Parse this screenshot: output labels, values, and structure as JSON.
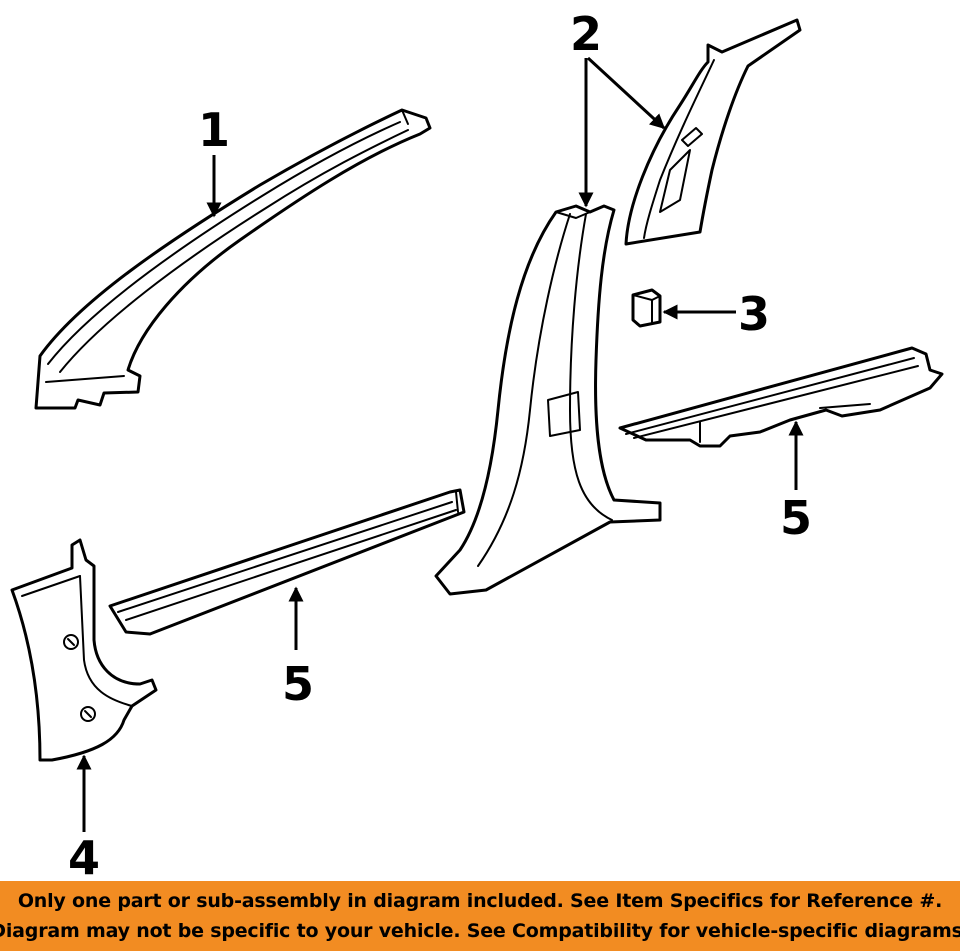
{
  "diagram": {
    "callouts": [
      {
        "id": "1",
        "label": "1"
      },
      {
        "id": "2",
        "label": "2"
      },
      {
        "id": "3",
        "label": "3"
      },
      {
        "id": "4",
        "label": "4"
      },
      {
        "id": "5a",
        "label": "5"
      },
      {
        "id": "5b",
        "label": "5"
      }
    ]
  },
  "footer": {
    "line1": "Only one part or sub-assembly in diagram included. See Item Specifics for Reference #.",
    "line2": "Diagram may not be specific to your vehicle. See Compatibility for vehicle-specific diagrams.",
    "background_color": "#f28c22"
  }
}
